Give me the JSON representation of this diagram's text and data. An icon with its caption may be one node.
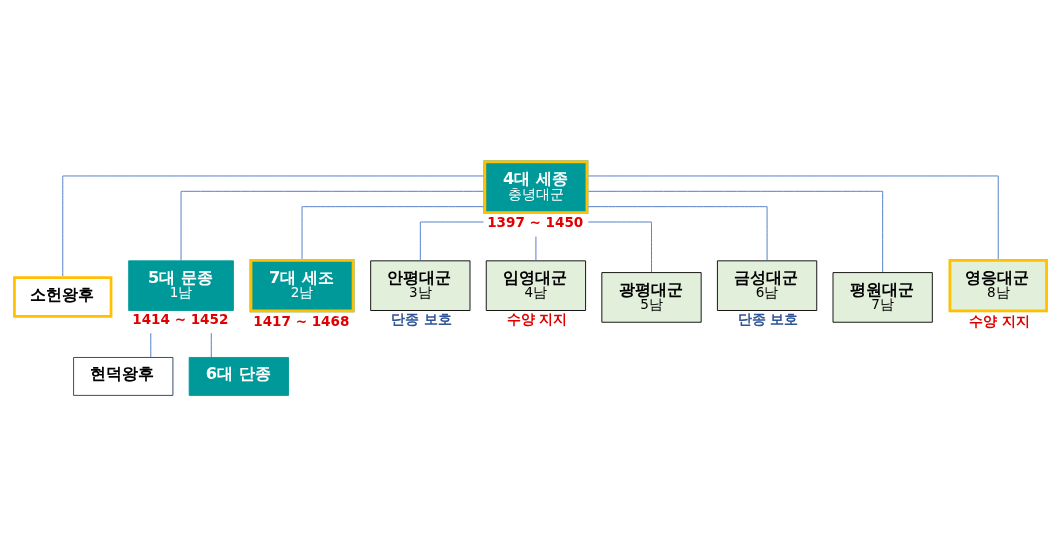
{
  "diagram": {
    "nodes": [
      {
        "text": [
          "4대 세종",
          "충녕대군"
        ],
        "beside": [
          "1397 ~ 1450"
        ]
      },
      {
        "text": [
          "소헌왕후"
        ]
      },
      {
        "text": [
          "5대 문종",
          "1남"
        ],
        "beside": [
          "1414 ~ 1452"
        ]
      },
      {
        "text": [
          "7대 세조",
          "2남"
        ],
        "beside": [
          "1417 ~ 1468"
        ]
      },
      {
        "text": [
          "안평대군",
          "3남"
        ],
        "beside": [
          "단종 보호"
        ]
      },
      {
        "text": [
          "임영대군",
          "4남"
        ],
        "beside": [
          "수양 지지"
        ]
      },
      {
        "text": [
          "광평대군",
          "5남"
        ]
      },
      {
        "text": [
          "금성대군",
          "6남"
        ],
        "beside": [
          "단종 보호"
        ]
      },
      {
        "text": [
          "평원대군",
          "7남"
        ]
      },
      {
        "text": [
          "영응대군",
          "8남"
        ],
        "beside": [
          "수양 지지"
        ]
      },
      {
        "text": [
          "현덕왕후"
        ]
      },
      {
        "text": [
          "6대 단종"
        ]
      }
    ],
    "edges": [
      {
        "from": 0,
        "to": 1,
        "arrow": "none"
      },
      {
        "from": 0,
        "to": 2,
        "arrow": "none"
      },
      {
        "from": 0,
        "to": 3,
        "arrow": "none"
      },
      {
        "from": 0,
        "to": 4,
        "arrow": "none"
      },
      {
        "from": 0,
        "to": 5,
        "arrow": "none"
      },
      {
        "from": 0,
        "to": 6,
        "arrow": "none"
      },
      {
        "from": 0,
        "to": 7,
        "arrow": "none"
      },
      {
        "from": 0,
        "to": 8,
        "arrow": "none"
      },
      {
        "from": 0,
        "to": 9,
        "arrow": "none"
      },
      {
        "from": 2,
        "to": 10,
        "arrow": "none"
      },
      {
        "from": 2,
        "to": 11,
        "arrow": "none"
      }
    ]
  }
}
